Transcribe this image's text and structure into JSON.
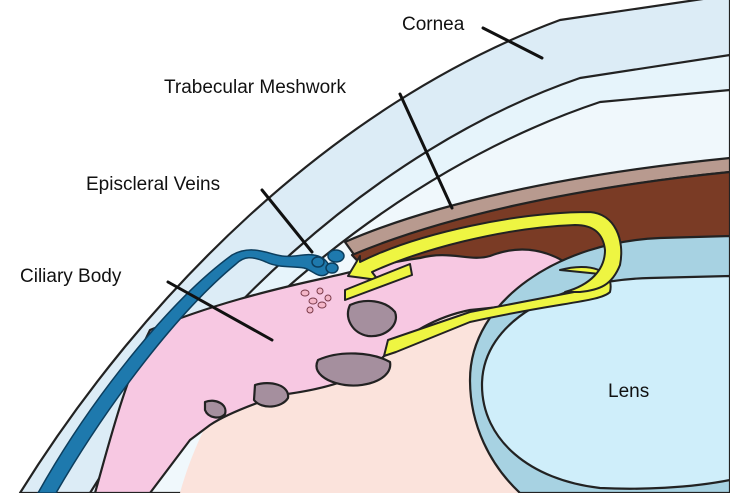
{
  "labels": {
    "cornea": "Cornea",
    "trabecular_meshwork": "Trabecular Meshwork",
    "episcleral_veins": "Episcleral Veins",
    "ciliary_body": "Ciliary Body",
    "lens": "Lens"
  },
  "colors": {
    "sclera_outer": "#dcecf6",
    "cornea": "#e6f4fb",
    "aqueous": "#f0f8fc",
    "iris_top": "#b89a8f",
    "iris": "#7a3b25",
    "ciliary_body": "#f7c8e2",
    "vitreous": "#fbe3dc",
    "lens": "#cfeefa",
    "lens_capsule": "#a7d2e2",
    "veins": "#1e79ad",
    "flow_arrow": "#eef542",
    "recess": "#a58f9e"
  }
}
